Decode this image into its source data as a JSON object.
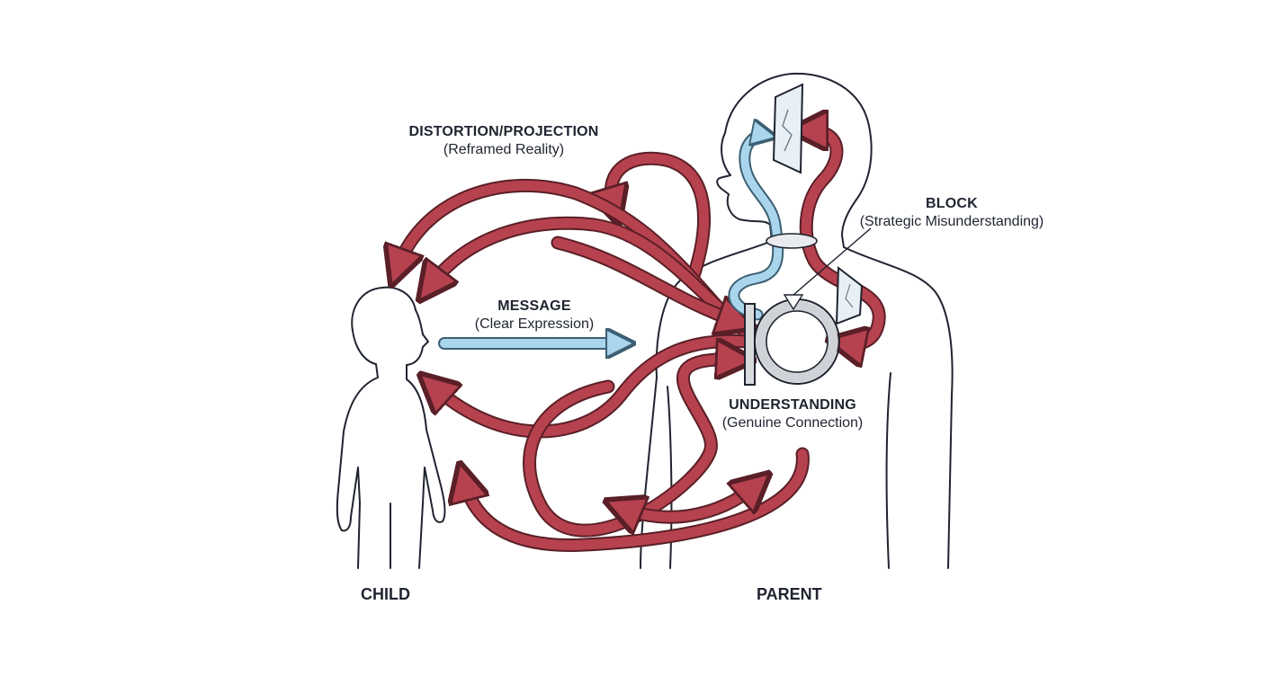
{
  "labels": {
    "distortion": {
      "title": "DISTORTION/PROJECTION",
      "subtitle": "(Reframed Reality)"
    },
    "message": {
      "title": "MESSAGE",
      "subtitle": "(Clear Expression)"
    },
    "block": {
      "title": "BLOCK",
      "subtitle": "(Strategic Misunderstanding)"
    },
    "understanding": {
      "title": "UNDERSTANDING",
      "subtitle": "(Genuine Connection)"
    }
  },
  "figures": {
    "child": "CHILD",
    "parent": "PARENT"
  },
  "colors": {
    "outline": "#1f2430",
    "distortion_arrow": "#b7424f",
    "distortion_arrow_edge": "#5a1f27",
    "message_arrow": "#a9d6ec",
    "message_arrow_edge": "#3d5f73",
    "understanding_ring": "#cfd2d6",
    "block_bar": "#d9dbde",
    "mirror": "#e8f0f6"
  }
}
